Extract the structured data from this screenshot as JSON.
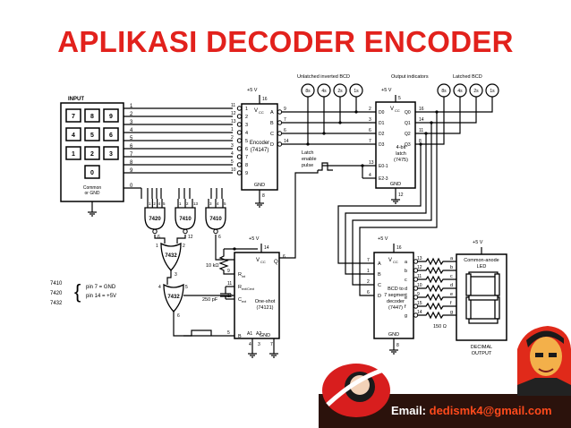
{
  "title": "APLIKASI DECODER ENCODER",
  "email_label": "Email:",
  "email_address": "dedismk4@gmail.com",
  "diagram": {
    "input_label": "INPUT",
    "keys": [
      "7",
      "8",
      "9",
      "4",
      "5",
      "6",
      "1",
      "2",
      "3",
      "0"
    ],
    "keypad_common": [
      "Common",
      "or GND"
    ],
    "input_lines": [
      "1",
      "2",
      "3",
      "4",
      "5",
      "6",
      "7",
      "8",
      "9",
      "0"
    ],
    "unlatched_label": "Unlatched inverted BCD",
    "output_label": "Output indicators",
    "latched_label": "Latched BCD",
    "bcd_weights": [
      "8s",
      "4s",
      "2s",
      "1s"
    ],
    "encoder": {
      "name": "Encoder",
      "part": "(74147)",
      "vcc": "V",
      "vcc_sub": "CC",
      "gnd": "GND",
      "supply": "+5 V",
      "pin_vcc": "16",
      "pin_gnd": "8",
      "left_pins": [
        "11",
        "12",
        "13",
        "1",
        "2",
        "3",
        "4",
        "5",
        "10"
      ],
      "left_labels": [
        "1",
        "2",
        "3",
        "4",
        "5",
        "6",
        "7",
        "8",
        "9"
      ],
      "right_pins": [
        "9",
        "7",
        "6",
        "14"
      ],
      "right_labels": [
        "A",
        "B",
        "C",
        "D"
      ]
    },
    "latch": {
      "name": "4-bit",
      "name2": "latch",
      "part": "(7475)",
      "vcc": "V",
      "vcc_sub": "CC",
      "gnd": "GND",
      "supply": "+5 V",
      "pin_vcc": "5",
      "pin_gnd": "12",
      "in_pins": [
        "2",
        "3",
        "6",
        "7"
      ],
      "in_labels": [
        "D0",
        "D1",
        "D2",
        "D3"
      ],
      "out_pins": [
        "16",
        "14",
        "11",
        "8"
      ],
      "out_labels": [
        "Q0",
        "Q1",
        "Q2",
        "Q3"
      ],
      "enable_pins": [
        "13",
        "4"
      ],
      "enable_labels": [
        "E0-1",
        "E2-3"
      ]
    },
    "latch_enable": [
      "Latch",
      "enable",
      "pulse"
    ],
    "gates": [
      {
        "part": "7420",
        "inputs": [
          "1",
          "2",
          "4",
          "5"
        ],
        "output": "6"
      },
      {
        "part": "7410",
        "inputs": [
          "1",
          "2",
          "13"
        ],
        "output": "12"
      },
      {
        "part": "7410",
        "inputs": [
          "3",
          "4",
          "5"
        ],
        "output": "6"
      },
      {
        "part": "7432",
        "inputs": [
          "1",
          "2"
        ],
        "output": "3"
      },
      {
        "part": "7432",
        "inputs": [
          "4",
          "5"
        ],
        "output": "6"
      }
    ],
    "pin_notes": {
      "parts": [
        "7410",
        "7420",
        "7432"
      ],
      "lines": [
        "pin 7 = GND",
        "pin 14 = +5V"
      ]
    },
    "oneshot": {
      "name": "One-shot",
      "part": "(74121)",
      "vcc": "V",
      "vcc_sub": "CC",
      "gnd": "GND",
      "supply": "+5 V",
      "pins_left": [
        "9",
        "11",
        "10",
        "5"
      ],
      "labels_left": [
        "R",
        "R",
        "C",
        "B"
      ],
      "label_subs": [
        "int",
        "ext/Cext",
        "ext",
        ""
      ],
      "pin_out": "6",
      "pin_vcc": "14",
      "pin_gnd": "7",
      "bottom_pins": [
        "4",
        "3"
      ],
      "bottom_labels": [
        "A1",
        "A2"
      ],
      "resistor": "10 kΩ",
      "capacitor": "250 pF",
      "out_label": "Q"
    },
    "decoder": {
      "name": "BCD to",
      "name2": "7 segment",
      "name3": "decoder",
      "part": "(7447)",
      "vcc": "V",
      "vcc_sub": "CC",
      "gnd": "GND",
      "supply": "+5 V",
      "pin_vcc": "16",
      "pin_gnd": "8",
      "in_pins": [
        "7",
        "1",
        "2",
        "6"
      ],
      "in_labels": [
        "A",
        "B",
        "C",
        "D"
      ],
      "out_pins": [
        "13",
        "12",
        "11",
        "10",
        "9",
        "15",
        "14"
      ],
      "out_labels": [
        "a",
        "b",
        "c",
        "d",
        "e",
        "f",
        "g"
      ],
      "resistor": "150 Ω"
    },
    "display": {
      "supply": "+5 V",
      "title": [
        "Common-anode",
        "LED"
      ],
      "caption": [
        "DECIMAL",
        "OUTPUT"
      ],
      "segments": [
        "a",
        "b",
        "c",
        "d",
        "e",
        "f",
        "g"
      ]
    }
  },
  "colors": {
    "title": "#e2211c",
    "email_address": "#ff4a1c",
    "footer_bg": "#2b120c"
  }
}
